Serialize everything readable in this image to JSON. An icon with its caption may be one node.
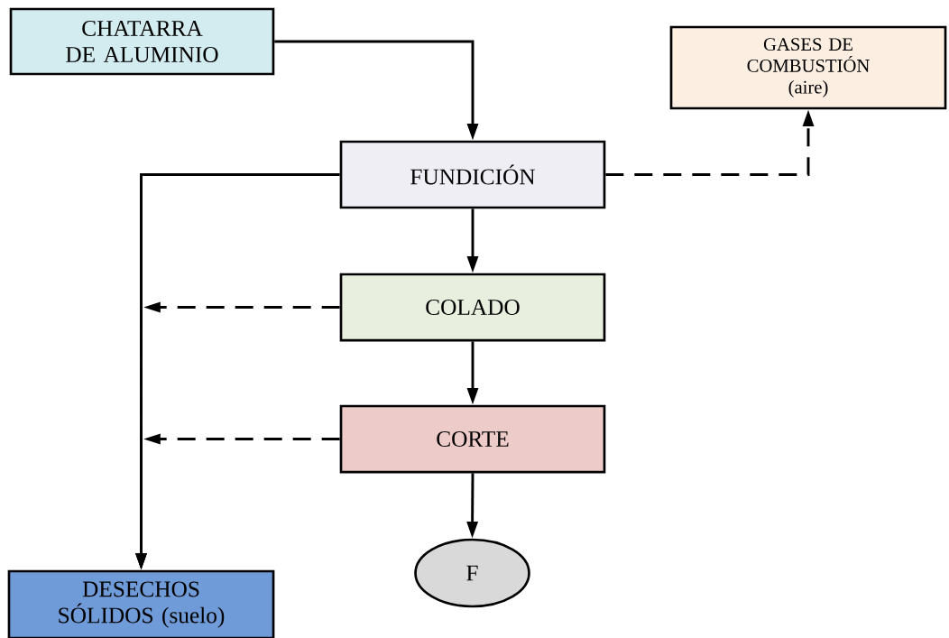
{
  "diagram": {
    "nodes": [
      {
        "text": [
          "CHATARRA DE ALUMINIO"
        ]
      },
      {
        "text": [
          "GASES DE COMBUSTIÓN (aire)"
        ]
      },
      {
        "text": [
          "FUNDICIÓN"
        ]
      },
      {
        "text": [
          "COLADO"
        ]
      },
      {
        "text": [
          "CORTE"
        ]
      },
      {
        "text": [
          "F"
        ]
      },
      {
        "text": [
          "DESECHOS SÓLIDOS (suelo)"
        ]
      }
    ],
    "edges": [
      {
        "from": 0,
        "to": 2,
        "arrow": "to"
      },
      {
        "from": 2,
        "to": 1,
        "arrow": "to",
        "style": "dashed"
      },
      {
        "from": 2,
        "to": 3,
        "arrow": "to"
      },
      {
        "from": 3,
        "to": 4,
        "arrow": "to"
      },
      {
        "from": 4,
        "to": 5,
        "arrow": "to"
      },
      {
        "from": 2,
        "to": 6,
        "arrow": "to"
      },
      {
        "from": 3,
        "to": 6,
        "arrow": "to",
        "style": "dashed"
      },
      {
        "from": 4,
        "to": 6,
        "arrow": "to",
        "style": "dashed"
      }
    ]
  }
}
